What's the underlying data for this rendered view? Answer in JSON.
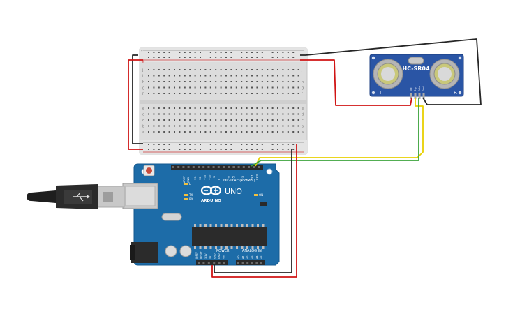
{
  "arduino": {
    "logo_text": "ARDUINO",
    "model": "UNO",
    "digital_label": "DIGITAL (PWM~)",
    "power_label": "POWER",
    "analog_label": "ANALOG IN",
    "on_label": "ON",
    "tx_label": "TX",
    "rx_label": "RX",
    "l_label": "L",
    "aref_label": "AREF",
    "gnd_label": "GND",
    "digital_pins": [
      "13",
      "12",
      "~11",
      "~10",
      "~9",
      "8",
      "7",
      "~6",
      "~5",
      "4",
      "~3",
      "2",
      "TX 1",
      "RX 0"
    ],
    "power_pins": [
      "IOREF",
      "RESET",
      "3.3V",
      "5V",
      "GND",
      "GND",
      "Vin"
    ],
    "analog_pins": [
      "A0",
      "A1",
      "A2",
      "A3",
      "A4",
      "A5"
    ]
  },
  "sensor": {
    "model": "HC-SR04",
    "pins": [
      "Vcc",
      "Trig",
      "Echo",
      "Gnd"
    ],
    "left_marker": "T",
    "right_marker": "R"
  },
  "breadboard": {
    "row_letters_top": [
      "j",
      "i",
      "h",
      "g",
      "f"
    ],
    "row_letters_bottom": [
      "e",
      "d",
      "c",
      "b",
      "a"
    ],
    "plus": "+",
    "minus": "-"
  },
  "colors": {
    "wire_red": "#d01414",
    "wire_black": "#262626",
    "wire_yellow": "#e8d000",
    "wire_green": "#3aa23a",
    "board_blue": "#1d6ca8",
    "sensor_blue": "#2a55a5"
  }
}
